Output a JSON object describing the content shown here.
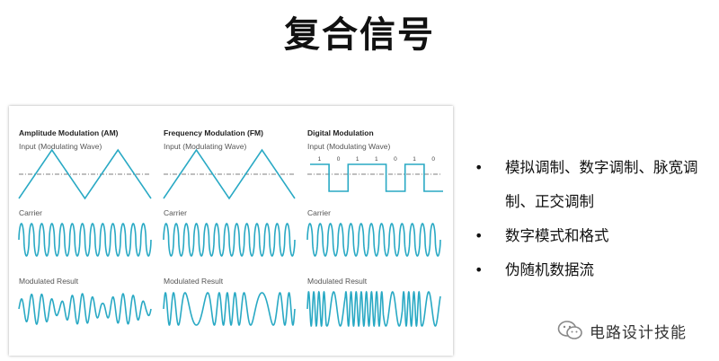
{
  "title": "复合信号",
  "panels": [
    {
      "heading": "Amplitude Modulation (AM)",
      "input_label": "Input (Modulating Wave)",
      "carrier_label": "Carrier",
      "result_label": "Modulated Result"
    },
    {
      "heading": "Frequency Modulation (FM)",
      "input_label": "Input (Modulating Wave)",
      "carrier_label": "Carrier",
      "result_label": "Modulated Result"
    },
    {
      "heading": "Digital Modulation",
      "input_label": "Input (Modulating Wave)",
      "carrier_label": "Carrier",
      "result_label": "Modulated Result",
      "bits": [
        "1",
        "0",
        "1",
        "1",
        "0",
        "1",
        "0"
      ]
    }
  ],
  "bullets": [
    "模拟调制、数字调制、脉宽调制、正交调制",
    "数字模式和格式",
    "伪随机数据流"
  ],
  "watermark": "电路设计技能",
  "colors": {
    "wave": "#29a9c4",
    "axis": "#555555",
    "text": "#222222"
  },
  "icons": {
    "watermark": "wechat-icon"
  }
}
